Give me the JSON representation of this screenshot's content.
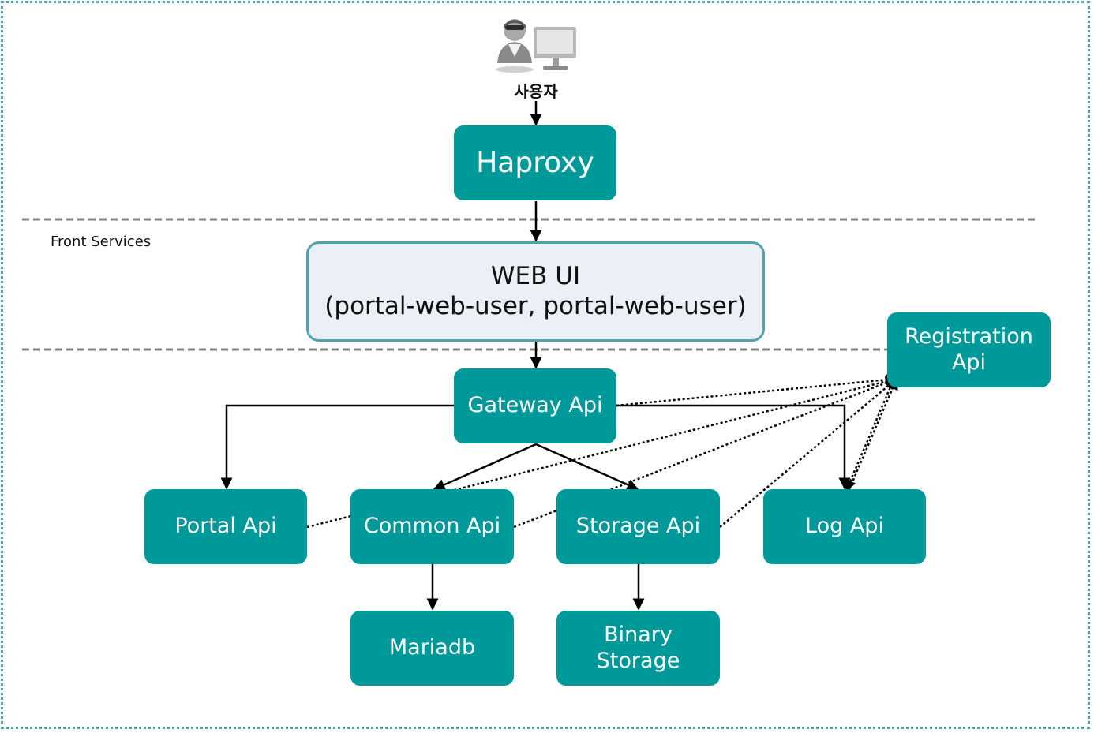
{
  "user": {
    "label": "사용자",
    "icon": "user-at-computer-icon"
  },
  "zones": {
    "front_services": "Front Services"
  },
  "nodes": {
    "haproxy": "Haproxy",
    "webui": {
      "line1": "WEB UI",
      "line2": "(portal-web-user, portal-web-user)"
    },
    "gateway": "Gateway Api",
    "registration": {
      "line1": "Registration",
      "line2": "Api"
    },
    "portal": "Portal Api",
    "common": "Common Api",
    "storage": "Storage Api",
    "log": "Log Api",
    "mariadb": "Mariadb",
    "binary": {
      "line1": "Binary",
      "line2": "Storage"
    }
  },
  "colors": {
    "node_fill": "#009999",
    "webui_fill": "#ebf0f7",
    "accent_border": "#4fa3ad",
    "arrow": "#000000",
    "divider": "#808080"
  }
}
